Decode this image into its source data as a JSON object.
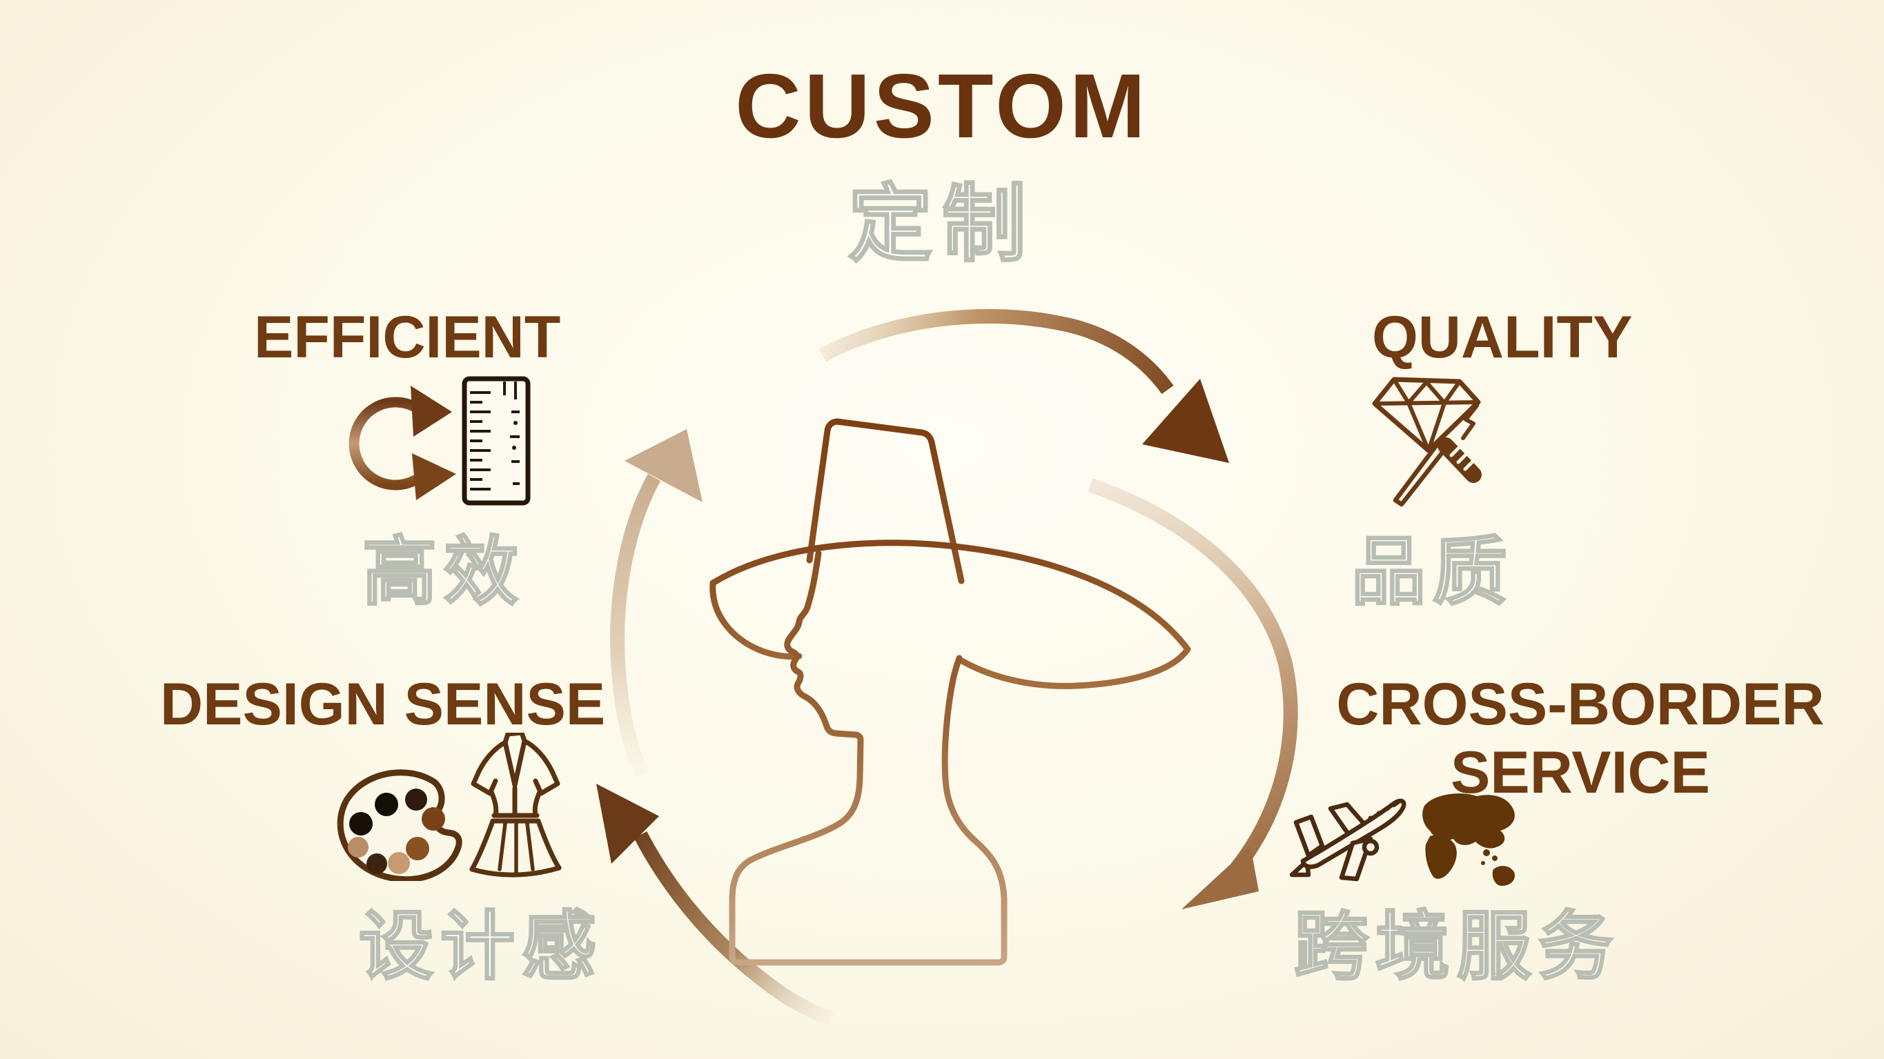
{
  "title": {
    "en": "CUSTOM",
    "zh": "定制"
  },
  "sections": [
    {
      "id": "efficient",
      "label": "EFFICIENT",
      "label_zh": "高效",
      "icons": [
        "rotation-arrows-icon",
        "ruler-icon"
      ]
    },
    {
      "id": "quality",
      "label": "QUALITY",
      "label_zh": "品质",
      "icons": [
        "diamond-engraver-icon"
      ]
    },
    {
      "id": "design-sense",
      "label": "DESIGN SENSE",
      "label_zh": "设计感",
      "icons": [
        "paint-palette-icon",
        "dress-icon"
      ]
    },
    {
      "id": "cross-border-service",
      "label": "CROSS-BORDER SERVICE",
      "label_line1": "CROSS-BORDER",
      "label_line2": "SERVICE",
      "label_zh": "跨境服务",
      "icons": [
        "airplane-icon",
        "world-map-icon"
      ]
    }
  ],
  "center": {
    "figure": "line-art person wearing a wide-brim hat",
    "cycle": "four clockwise gradient arrows circling the figure"
  },
  "colors": {
    "background": "#fbf7e6",
    "heading_brown": "#693310",
    "section_label_brown": "#6f3b12",
    "arc_dark": "#6e3812",
    "arc_light": "#e0caac",
    "figure_line_top": "#7c3f12",
    "figure_line_bottom": "#c9a685",
    "chinese_fill": "#ffffff",
    "chinese_outline": "#b9bdb2",
    "world_map": "#623608",
    "palette_dots": [
      "#150e06",
      "#181006",
      "#2f1a0b",
      "#7a4316",
      "#8a5222",
      "#c79a71",
      "#3a2410",
      "#b98e68"
    ]
  }
}
